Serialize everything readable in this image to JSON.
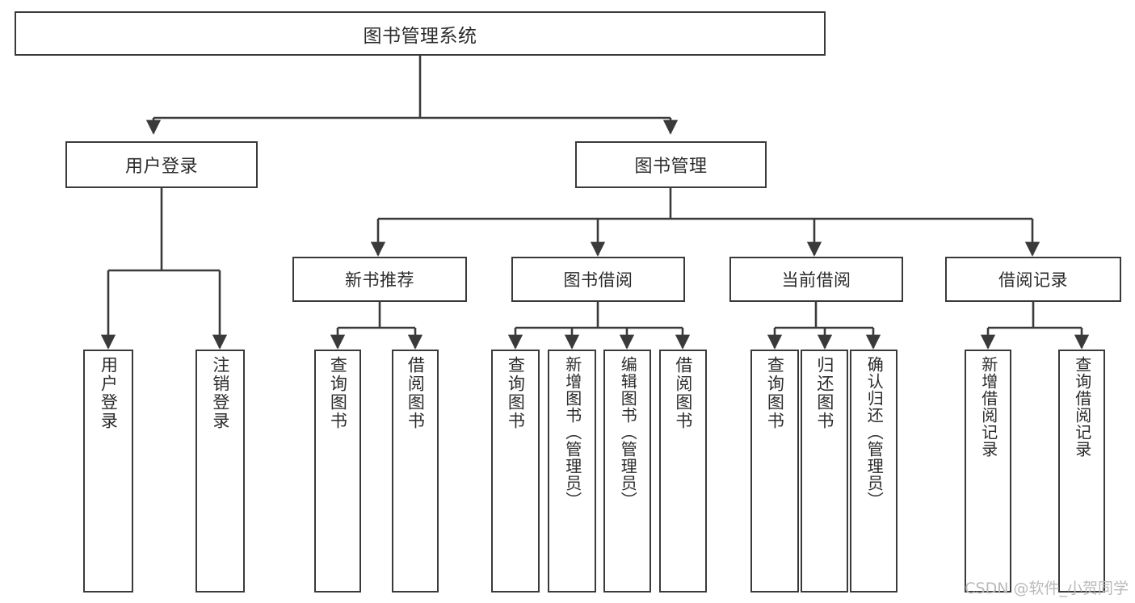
{
  "diagram": {
    "title": "图书管理系统",
    "type": "hierarchy-tree",
    "watermark": "CSDN @软件_小贺同学",
    "colors": {
      "stroke": "#3a3a3a",
      "text": "#2b2b2b",
      "background": "#ffffff",
      "watermark": "#b9b9b9"
    },
    "root": {
      "label": "图书管理系统"
    },
    "level2": [
      {
        "label": "用户登录"
      },
      {
        "label": "图书管理"
      }
    ],
    "level3": [
      {
        "label": "新书推荐"
      },
      {
        "label": "图书借阅"
      },
      {
        "label": "当前借阅"
      },
      {
        "label": "借阅记录"
      }
    ],
    "leaves": {
      "user_login": [
        {
          "label": "用户登录"
        },
        {
          "label": "注销登录"
        }
      ],
      "new_book": [
        {
          "label": "查询图书"
        },
        {
          "label": "借阅图书"
        }
      ],
      "book_borrow": [
        {
          "label": "查询图书"
        },
        {
          "label": "新增图书（管理员）"
        },
        {
          "label": "编辑图书（管理员）"
        },
        {
          "label": "借阅图书"
        }
      ],
      "current_borrow": [
        {
          "label": "查询图书"
        },
        {
          "label": "归还图书"
        },
        {
          "label": "确认归还（管理员）"
        }
      ],
      "borrow_record": [
        {
          "label": "新增借阅记录"
        },
        {
          "label": "查询借阅记录"
        }
      ]
    }
  }
}
